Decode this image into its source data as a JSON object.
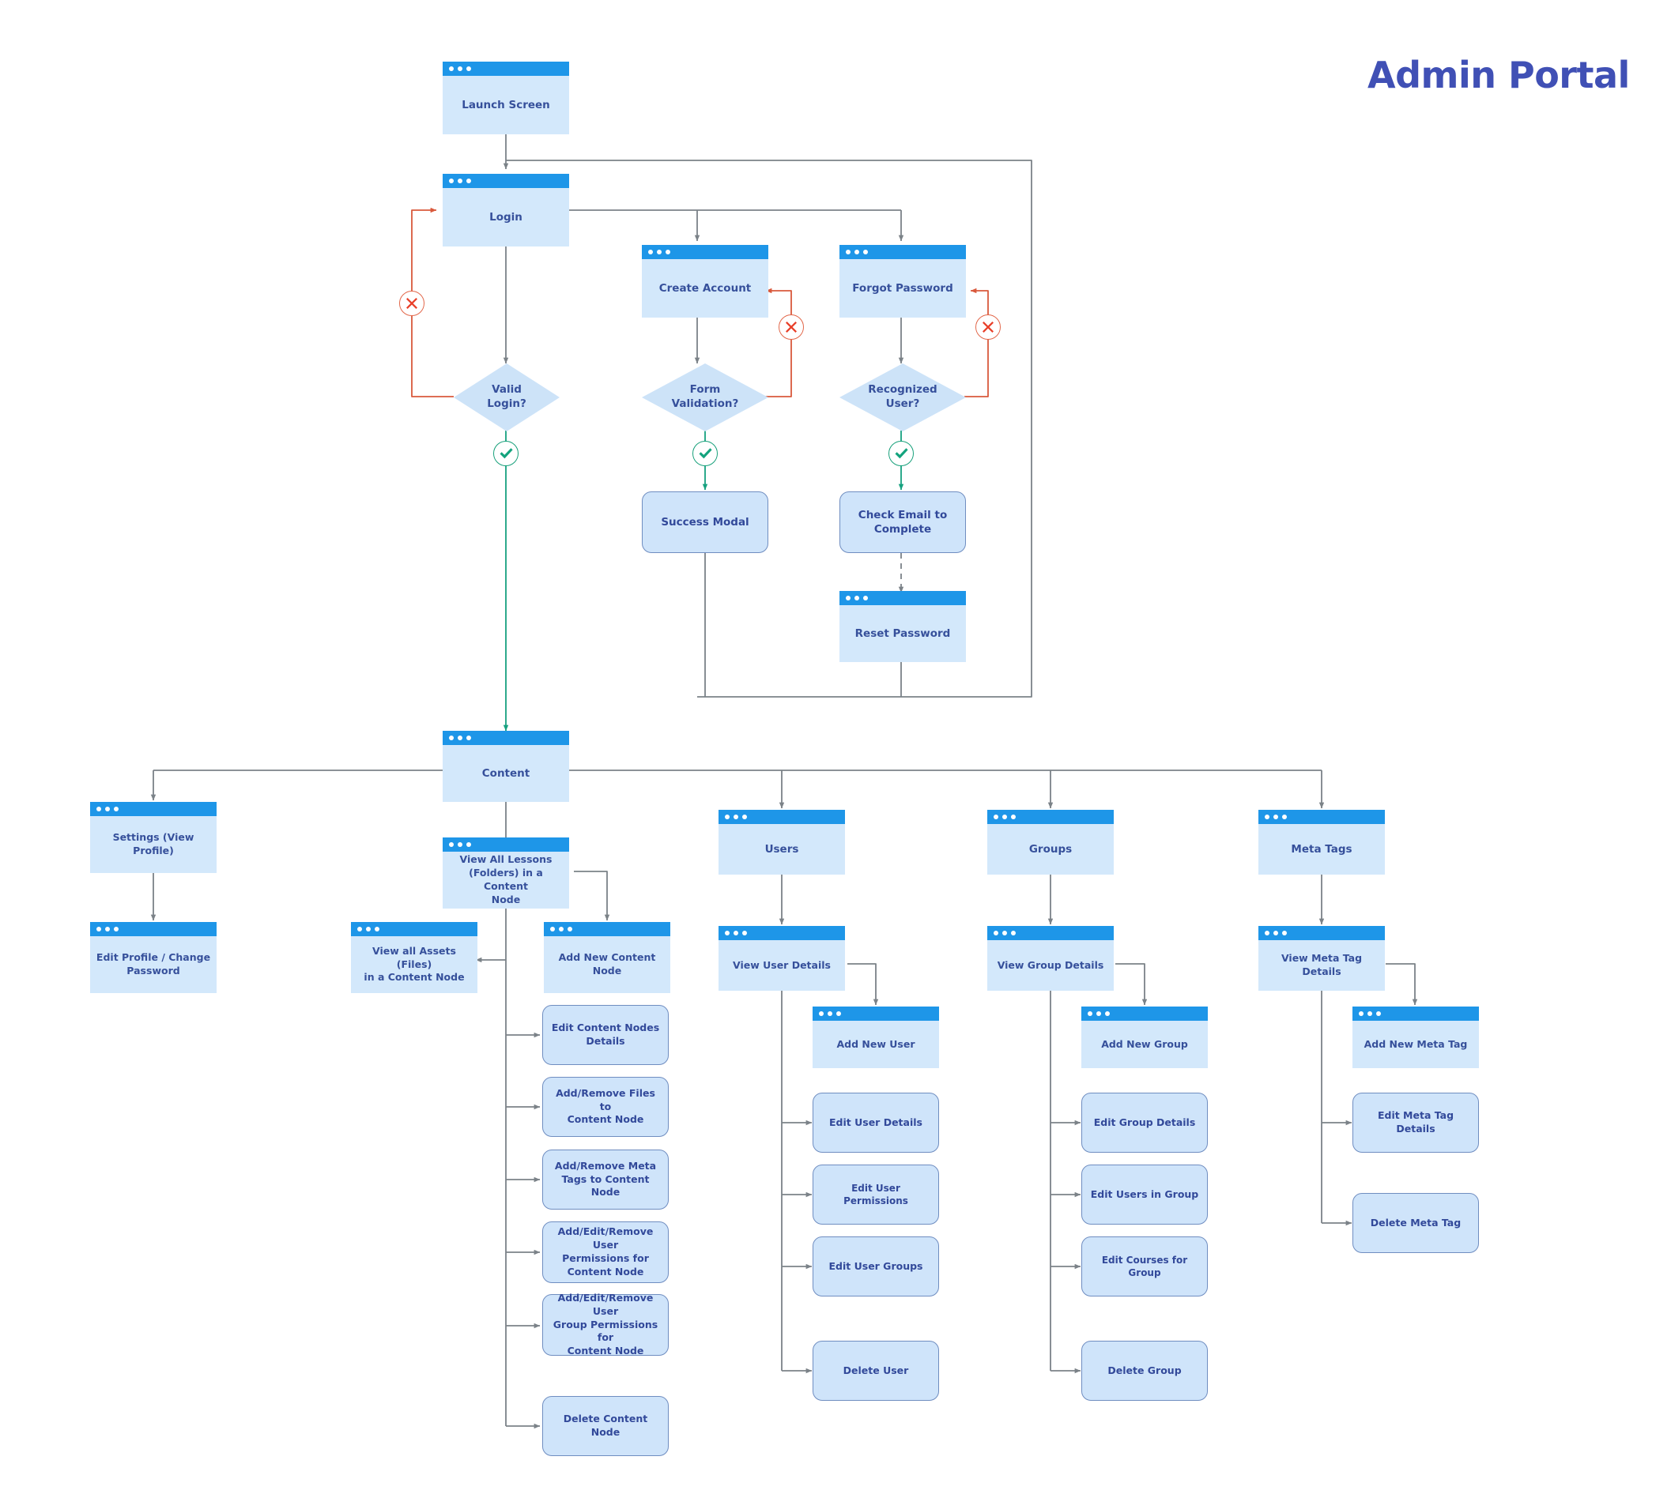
{
  "title": "Admin Portal",
  "title_color": "#4050b5",
  "palette": {
    "window_titlebar": "#1e96e8",
    "window_body": "#d3e8fb",
    "rounded_fill": "#cfe4fa",
    "rounded_border": "#6f8dc0",
    "diamond_fill": "#cde3f8",
    "label_text": "#36509b",
    "edge_default": "#7b8288",
    "edge_fail": "#d9593c",
    "edge_success": "#16a17f"
  },
  "nodes": {
    "launch_screen": "Launch Screen",
    "login": "Login",
    "create_account": "Create Account",
    "forgot_password": "Forgot Password",
    "valid_login": "Valid\nLogin?",
    "form_validation": "Form\nValidation?",
    "recognized_user": "Recognized\nUser?",
    "success_modal": "Success Modal",
    "check_email": "Check Email to\nComplete",
    "reset_password": "Reset Password",
    "content": "Content",
    "settings_view_profile": "Settings (View Profile)",
    "edit_profile": "Edit Profile / Change\nPassword",
    "view_all_lessons": "View All Lessons\n(Folders) in a Content\nNode",
    "view_all_assets": "View all Assets (Files)\nin a Content Node",
    "add_new_content_node": "Add New Content\nNode",
    "edit_content_node_details": "Edit Content Nodes\nDetails",
    "add_remove_files": "Add/Remove Files to\nContent Node",
    "add_remove_meta_tags": "Add/Remove Meta\nTags to Content Node",
    "user_permissions_content": "Add/Edit/Remove User\nPermissions  for\nContent Node",
    "group_permissions_content": "Add/Edit/Remove User\nGroup Permissions for\nContent Node",
    "delete_content_node": "Delete Content Node",
    "users": "Users",
    "view_user_details": "View User Details",
    "add_new_user": "Add New User",
    "edit_user_details": "Edit User Details",
    "edit_user_permissions": "Edit User Permissions",
    "edit_user_groups": "Edit User Groups",
    "delete_user": "Delete User",
    "groups": "Groups",
    "view_group_details": "View Group Details",
    "add_new_group": "Add New Group",
    "edit_group_details": "Edit Group Details",
    "edit_users_in_group": "Edit Users in Group",
    "edit_courses_for_group": "Edit Courses for Group",
    "delete_group": "Delete Group",
    "meta_tags": "Meta Tags",
    "view_meta_tag_details": "View Meta Tag Details",
    "add_new_meta_tag": "Add New Meta Tag",
    "edit_meta_tag_details": "Edit Meta Tag Details",
    "delete_meta_tag": "Delete Meta Tag"
  },
  "badges": {
    "fail_login": "fail-x-icon",
    "fail_form": "fail-x-icon",
    "fail_recognized": "fail-x-icon",
    "ok_login": "success-check-icon",
    "ok_form": "success-check-icon",
    "ok_recognized": "success-check-icon"
  }
}
